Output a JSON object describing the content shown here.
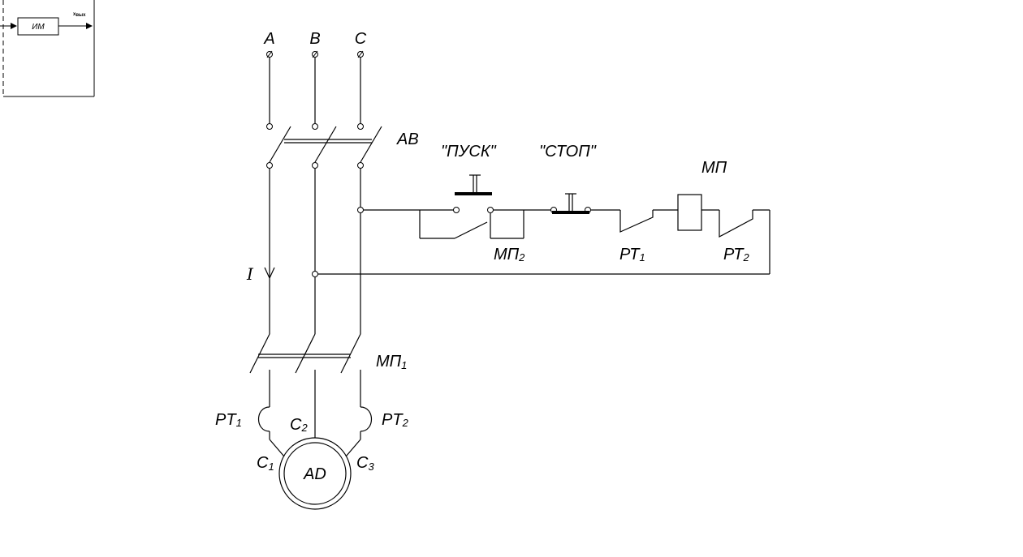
{
  "inset": {
    "block_label": "ИМ",
    "output_label": "x",
    "output_sub": "вых"
  },
  "phases": {
    "a": "A",
    "b": "B",
    "c": "C"
  },
  "breaker": {
    "label": "AB"
  },
  "buttons": {
    "start": "\"ПУСК\"",
    "stop": "\"СТОП\""
  },
  "contactor": {
    "coil_label": "МП",
    "aux_contact": "МП",
    "aux_contact_sub": "2",
    "main_contacts": "МП",
    "main_contacts_sub": "1"
  },
  "thermal_relays": {
    "rt1_contact": "РТ",
    "rt1_contact_sub": "1",
    "rt2_contact": "РТ",
    "rt2_contact_sub": "2",
    "rt1_heater": "PT",
    "rt1_heater_sub": "1",
    "rt2_heater": "PT",
    "rt2_heater_sub": "2"
  },
  "current_label": "I",
  "motor": {
    "label": "AD",
    "c1": "C",
    "c1_sub": "1",
    "c2": "C",
    "c2_sub": "2",
    "c3": "C",
    "c3_sub": "3"
  }
}
